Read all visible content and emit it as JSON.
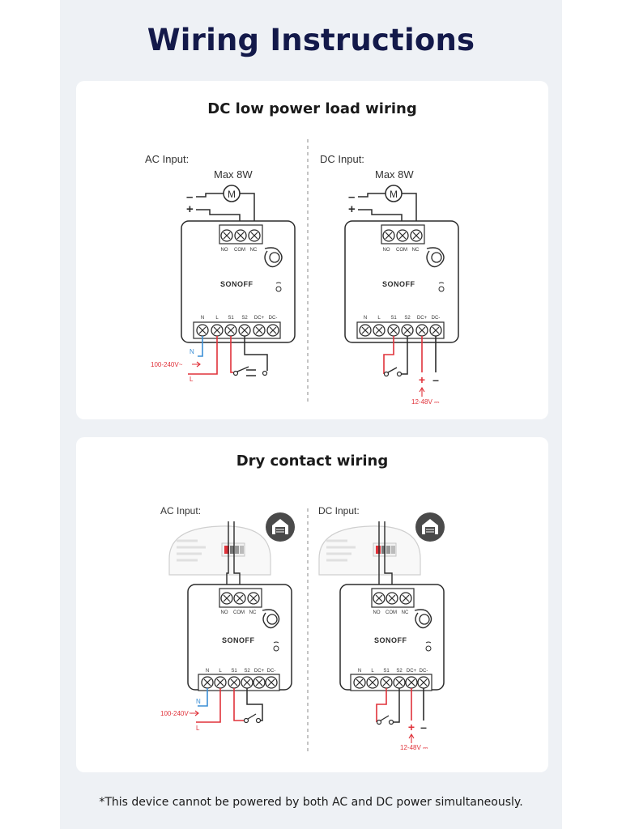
{
  "page": {
    "title": "Wiring Instructions"
  },
  "sections": [
    {
      "title": "DC low power load wiring",
      "ac": {
        "label": "AC Input:",
        "load": "Max 8W",
        "motor": "M",
        "minus": "–",
        "plus": "+",
        "top_terminals": [
          "NO",
          "COM",
          "NC"
        ],
        "brand": "SONOFF",
        "bottom_terminals": [
          "N",
          "L",
          "S1",
          "S2",
          "DC+",
          "DC-"
        ],
        "wire_n": "N",
        "wire_l": "L",
        "voltage": "100-240V~"
      },
      "dc": {
        "label": "DC Input:",
        "load": "Max 8W",
        "motor": "M",
        "minus": "–",
        "plus": "+",
        "top_terminals": [
          "NO",
          "COM",
          "NC"
        ],
        "brand": "SONOFF",
        "bottom_terminals": [
          "N",
          "L",
          "S1",
          "S2",
          "DC+",
          "DC-"
        ],
        "supply_plus": "+",
        "supply_minus": "–",
        "voltage": "12-48V ⎓"
      }
    },
    {
      "title": "Dry contact wiring",
      "ac": {
        "label": "AC Input:",
        "top_terminals": [
          "NO",
          "COM",
          "NC"
        ],
        "brand": "SONOFF",
        "bottom_terminals": [
          "N",
          "L",
          "S1",
          "S2",
          "DC+",
          "DC-"
        ],
        "wire_n": "N",
        "wire_l": "L",
        "voltage": "100-240V~"
      },
      "dc": {
        "label": "DC Input:",
        "top_terminals": [
          "NO",
          "COM",
          "NC"
        ],
        "brand": "SONOFF",
        "bottom_terminals": [
          "N",
          "L",
          "S1",
          "S2",
          "DC+",
          "DC-"
        ],
        "supply_plus": "+",
        "supply_minus": "–",
        "voltage": "12-48V ⎓"
      }
    }
  ],
  "footnote": "*This device cannot be powered by both AC and DC power simultaneously.",
  "colors": {
    "title": "#13194a",
    "red": "#e0323a",
    "blue": "#3b8fd6",
    "line": "#2b2b2b"
  },
  "icons": [
    "motor-icon",
    "garage-door-icon",
    "wifi-signal-icon",
    "button-icon"
  ]
}
